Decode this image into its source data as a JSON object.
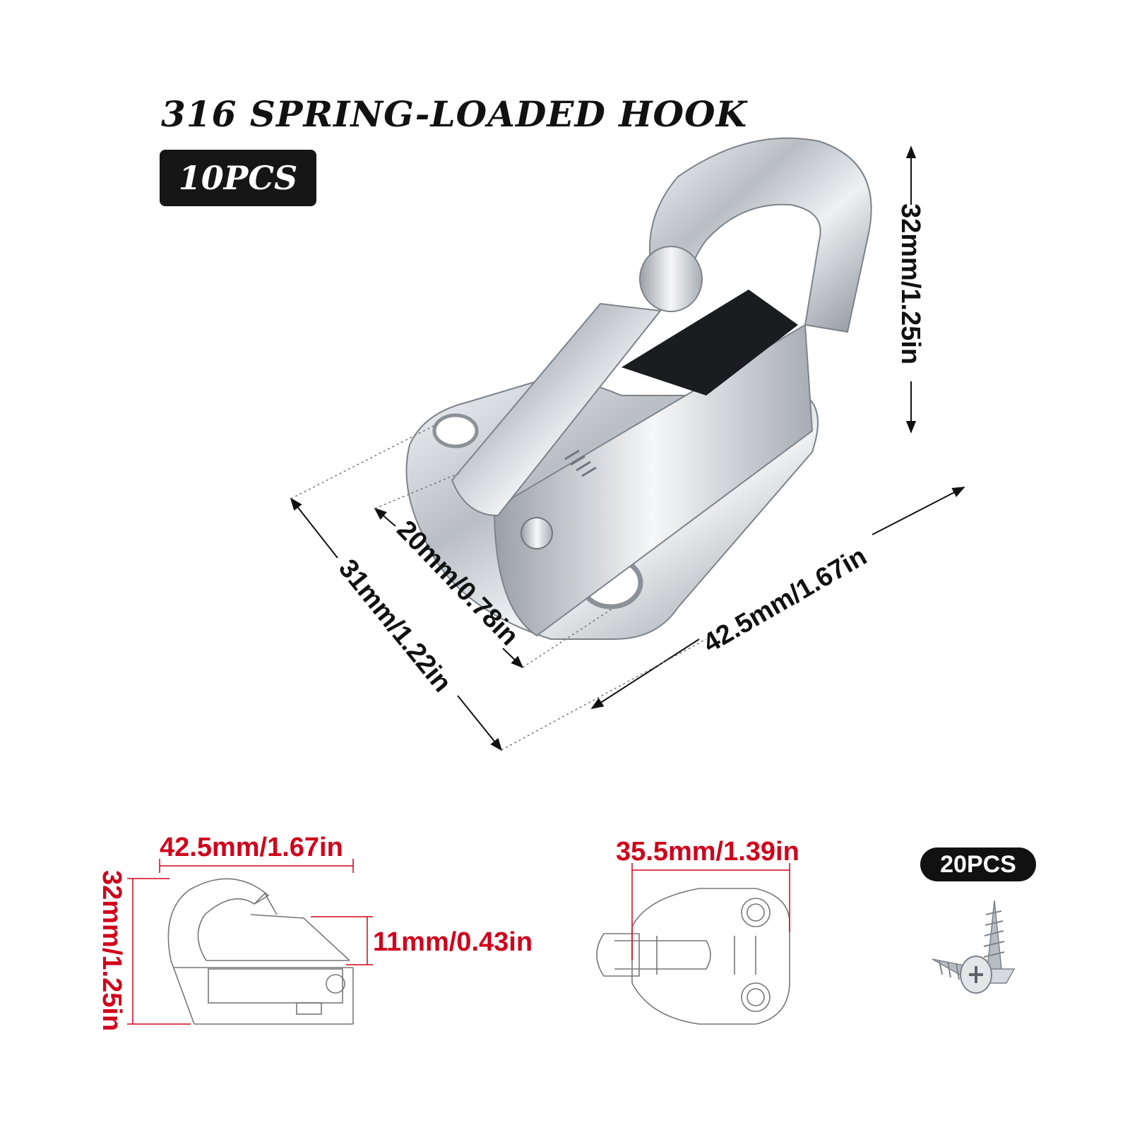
{
  "title": "316 SPRING-LOADED HOOK",
  "quantity_badge": "10PCS",
  "screw_badge": "20PCS",
  "photo_dimensions": {
    "height": "32mm/1.25in",
    "length": "42.5mm/1.67in",
    "depth": "31mm/1.22in",
    "gate": "20mm/0.78in"
  },
  "side_view": {
    "width": "42.5mm/1.67in",
    "height": "32mm/1.25in",
    "opening": "11mm/0.43in"
  },
  "top_view": {
    "width": "35.5mm/1.39in"
  },
  "colors": {
    "dimension_red": "#d0021b",
    "badge_bg": "#111111",
    "steel": "#c9cdd2"
  }
}
